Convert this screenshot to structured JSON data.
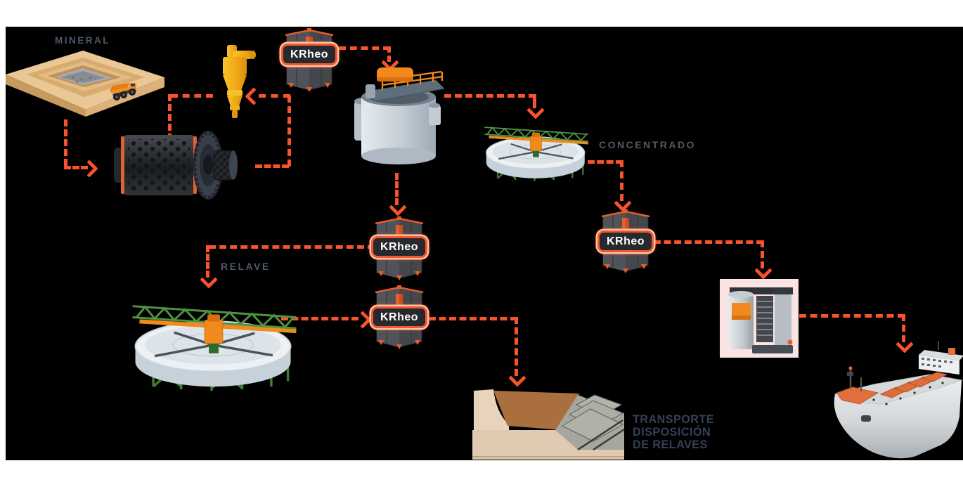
{
  "page": {
    "background": "#FFFFFF",
    "canvas_background": "#000000"
  },
  "palette": {
    "arrow_orange": "#F8532A",
    "label_slate": "#4D5B68",
    "badge_background": "#26292D",
    "badge_border": "#F4572E",
    "badge_glow": "#FFC3A4",
    "badge_text_color": "#FFFFFF",
    "dark_caption": "#33415A",
    "filter_backdrop": "#FAE4E3"
  },
  "labels": {
    "mineral": "MINERAL",
    "concentrado": "CONCENTRADO",
    "relave": "RELAVE",
    "tailings_caption_line1": "TRANSPORTE",
    "tailings_caption_line2": "DISPOSICIÓN",
    "tailings_caption_line3": "DE RELAVES"
  },
  "krheo": {
    "label": "KRheo",
    "count": 4
  },
  "icons": [
    "open-pit-mine-illustration",
    "haul-truck-icon",
    "hydrocyclone-illustration",
    "ball-mill-illustration",
    "agitated-tank-illustration",
    "thickener-illustration-concentrate",
    "thickener-illustration-tailings",
    "krheo-cabinet-icon",
    "filter-press-photo",
    "tailings-deposit-illustration",
    "bulk-carrier-ship-illustration",
    "dashed-flow-arrow"
  ]
}
